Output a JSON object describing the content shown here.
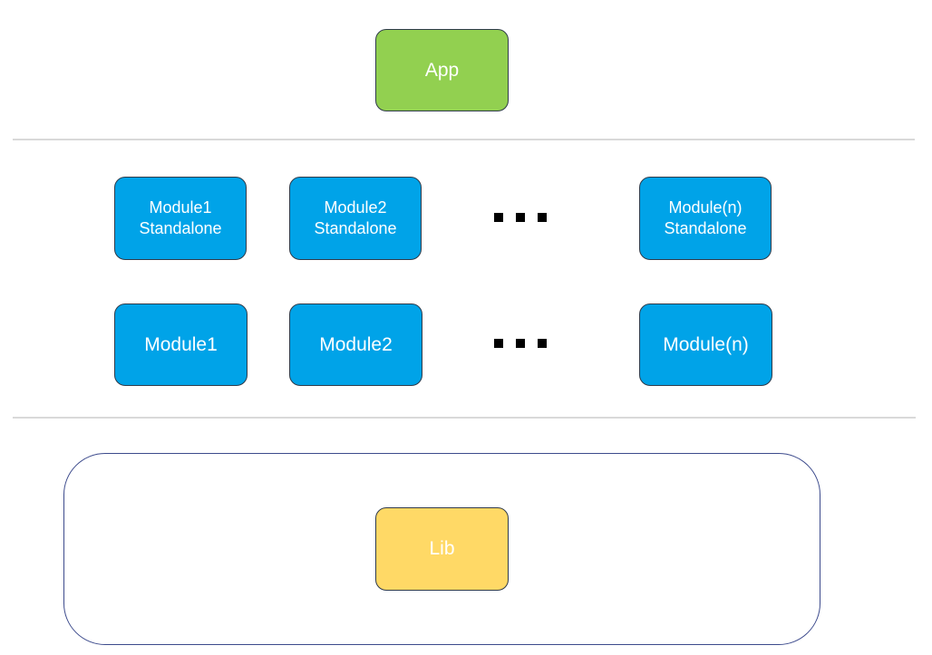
{
  "app": {
    "label": "App",
    "color": "#92d050"
  },
  "standalone_row": [
    {
      "line1": "Module1",
      "line2": "Standalone"
    },
    {
      "line1": "Module2",
      "line2": "Standalone"
    },
    {
      "line1": "Module(n)",
      "line2": "Standalone"
    }
  ],
  "module_row": [
    {
      "label": "Module1"
    },
    {
      "label": "Module2"
    },
    {
      "label": "Module(n)"
    }
  ],
  "module_color": "#00a3e8",
  "lib": {
    "label": "Lib",
    "color": "#ffd966"
  }
}
